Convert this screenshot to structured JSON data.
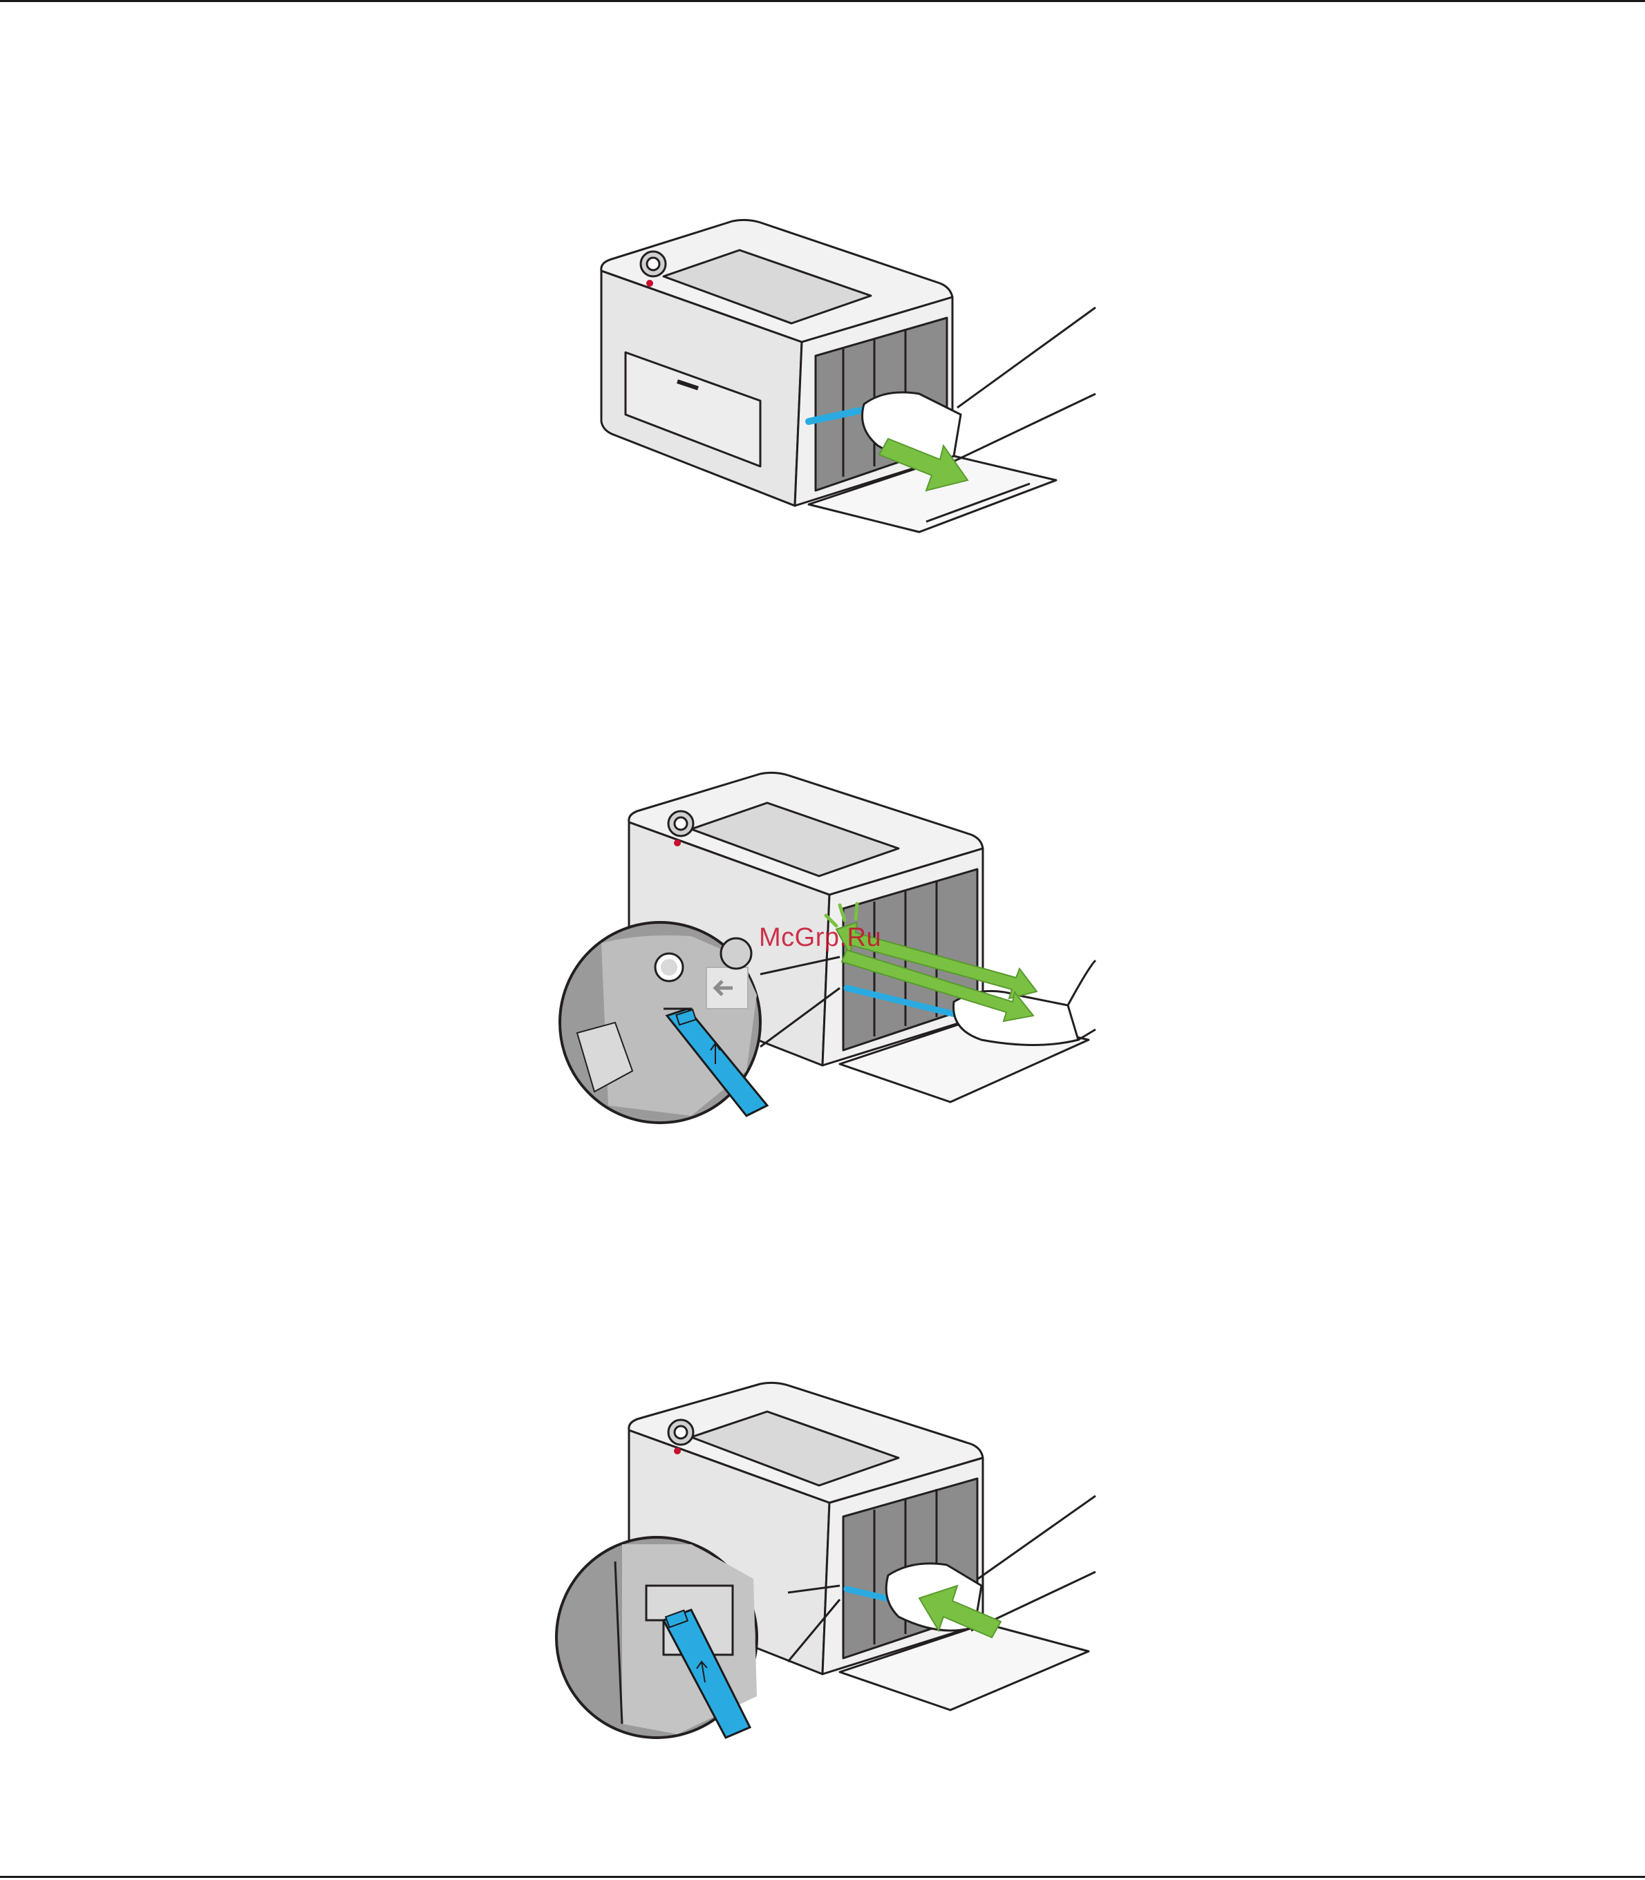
{
  "page": {
    "watermark_text": "McGrp.Ru"
  },
  "figures": [
    {
      "id": "step-remove-cleaning-rod",
      "arrow_direction": "out",
      "has_zoom_callout": false
    },
    {
      "id": "step-clean-window",
      "arrow_direction": "in-out",
      "has_zoom_callout": true
    },
    {
      "id": "step-insert-cleaning-rod",
      "arrow_direction": "in",
      "has_zoom_callout": true
    }
  ],
  "colors": {
    "arrow_green": "#7ac143",
    "rod_blue": "#29abe2",
    "printer_gray": "#e6e6e6",
    "inner_gray": "#8c8c8c",
    "line": "#231f20"
  }
}
